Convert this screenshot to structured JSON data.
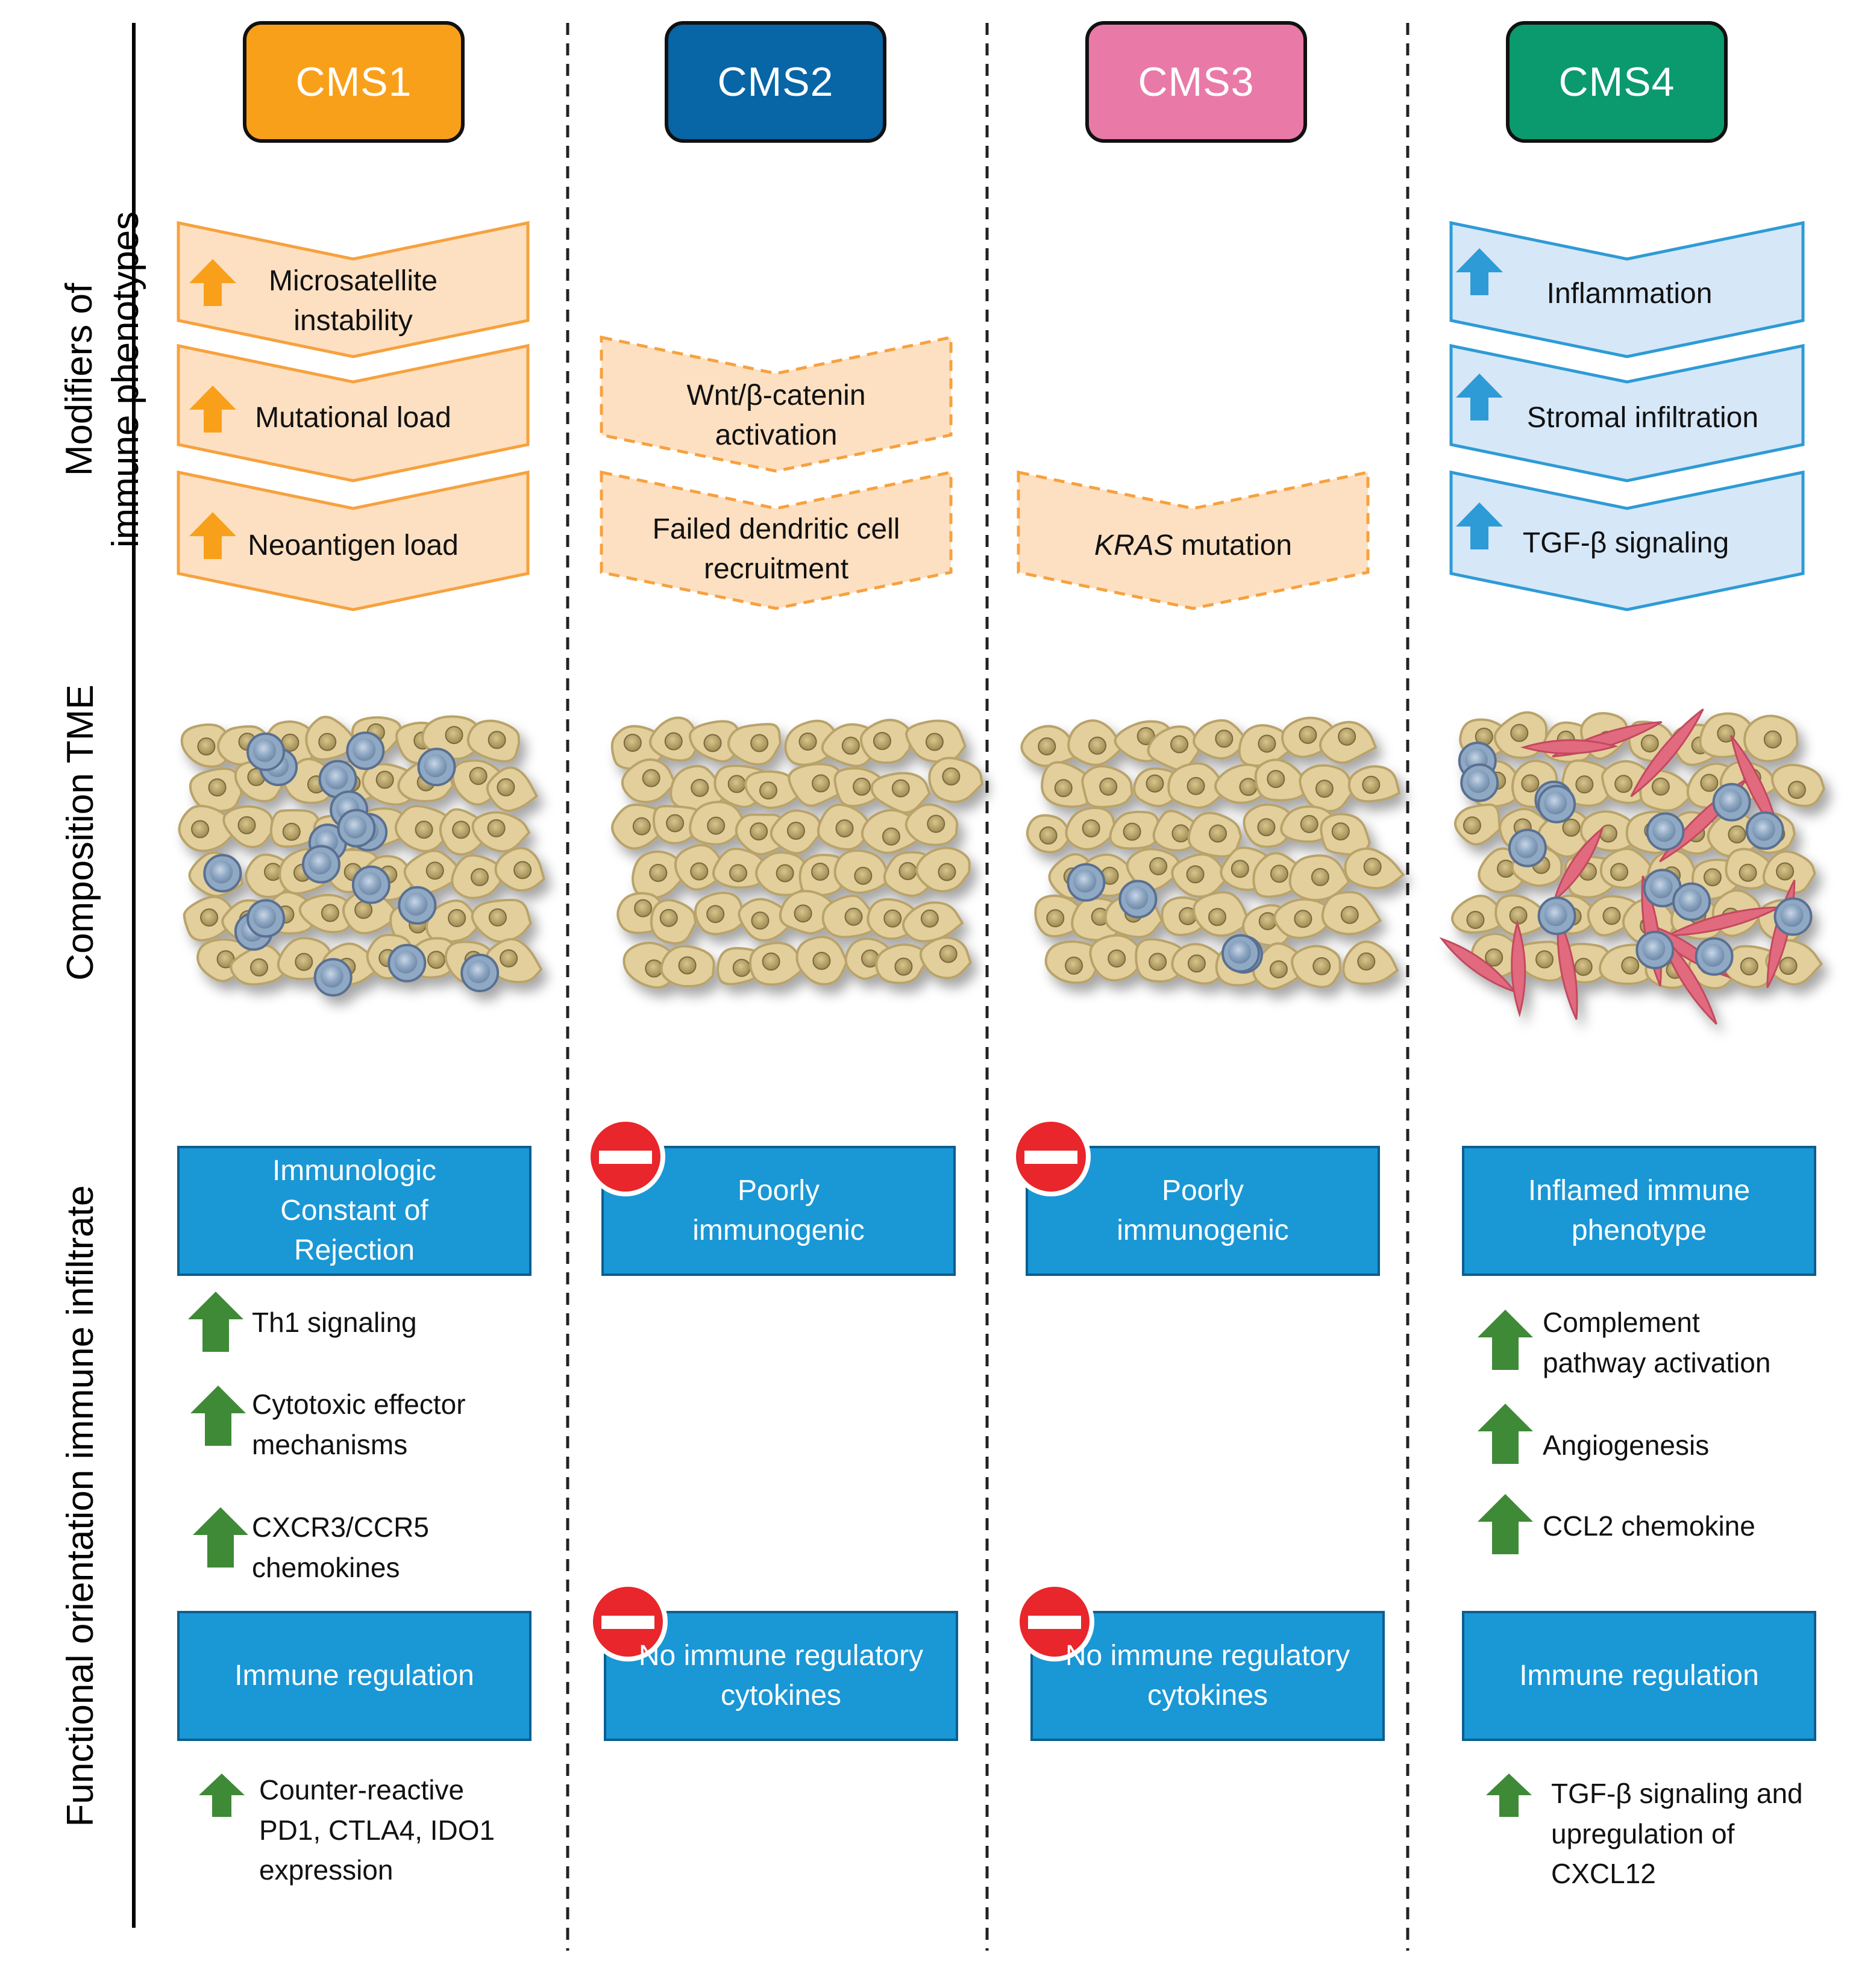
{
  "row_labels": {
    "modifiers": "Modifiers of\nimmune phenotypes",
    "composition": "Composition TME",
    "functional": "Functional orientation immune infiltrate"
  },
  "colors": {
    "cms1": "#F9A01B",
    "cms2": "#0865A6",
    "cms3": "#E97AA8",
    "cms4": "#0A9A6E",
    "orange_fill": "#FDE0C2",
    "orange_stroke": "#F7A13E",
    "blue_fill": "#D6E7F8",
    "blue_stroke": "#2E9BD6",
    "box_blue": "#1A97D5",
    "green_arrow": "#3E8A36",
    "stop_red": "#E8262B",
    "tumor_cell": "#E2CF9C",
    "immune_cell": "#8FA8C4",
    "stromal_cell": "#E26B7E"
  },
  "subtypes": [
    {
      "label": "CMS1",
      "modifiers": [
        "Microsatellite instability",
        "Mutational load",
        "Neoantigen load"
      ],
      "phenotype": "Immunologic Constant of Rejection",
      "features": [
        "Th1 signaling",
        "Cytotoxic effector\nmechanisms",
        "CXCR3/CCR5\nchemokines"
      ],
      "regulation": "Immune regulation",
      "regulation_features": [
        "Counter-reactive\nPD1, CTLA4, IDO1\nexpression"
      ]
    },
    {
      "label": "CMS2",
      "modifiers": [
        "Wnt/β-catenin activation",
        "Failed dendritic cell recruitment"
      ],
      "phenotype": "Poorly immunogenic",
      "regulation": "No immune regulatory cytokines"
    },
    {
      "label": "CMS3",
      "modifiers_kras": "KRAS",
      "modifiers_rest": " mutation",
      "phenotype": "Poorly immunogenic",
      "regulation": "No immune regulatory cytokines"
    },
    {
      "label": "CMS4",
      "modifiers": [
        "Inflammation",
        "Stromal infiltration",
        "TGF-β signaling"
      ],
      "phenotype": "Inflamed immune phenotype",
      "features": [
        "Complement\npathway activation",
        "Angiogenesis",
        "CCL2 chemokine"
      ],
      "regulation": "Immune regulation",
      "regulation_features": [
        "TGF-β signaling and\nupregulation of\nCXCL12"
      ]
    }
  ]
}
